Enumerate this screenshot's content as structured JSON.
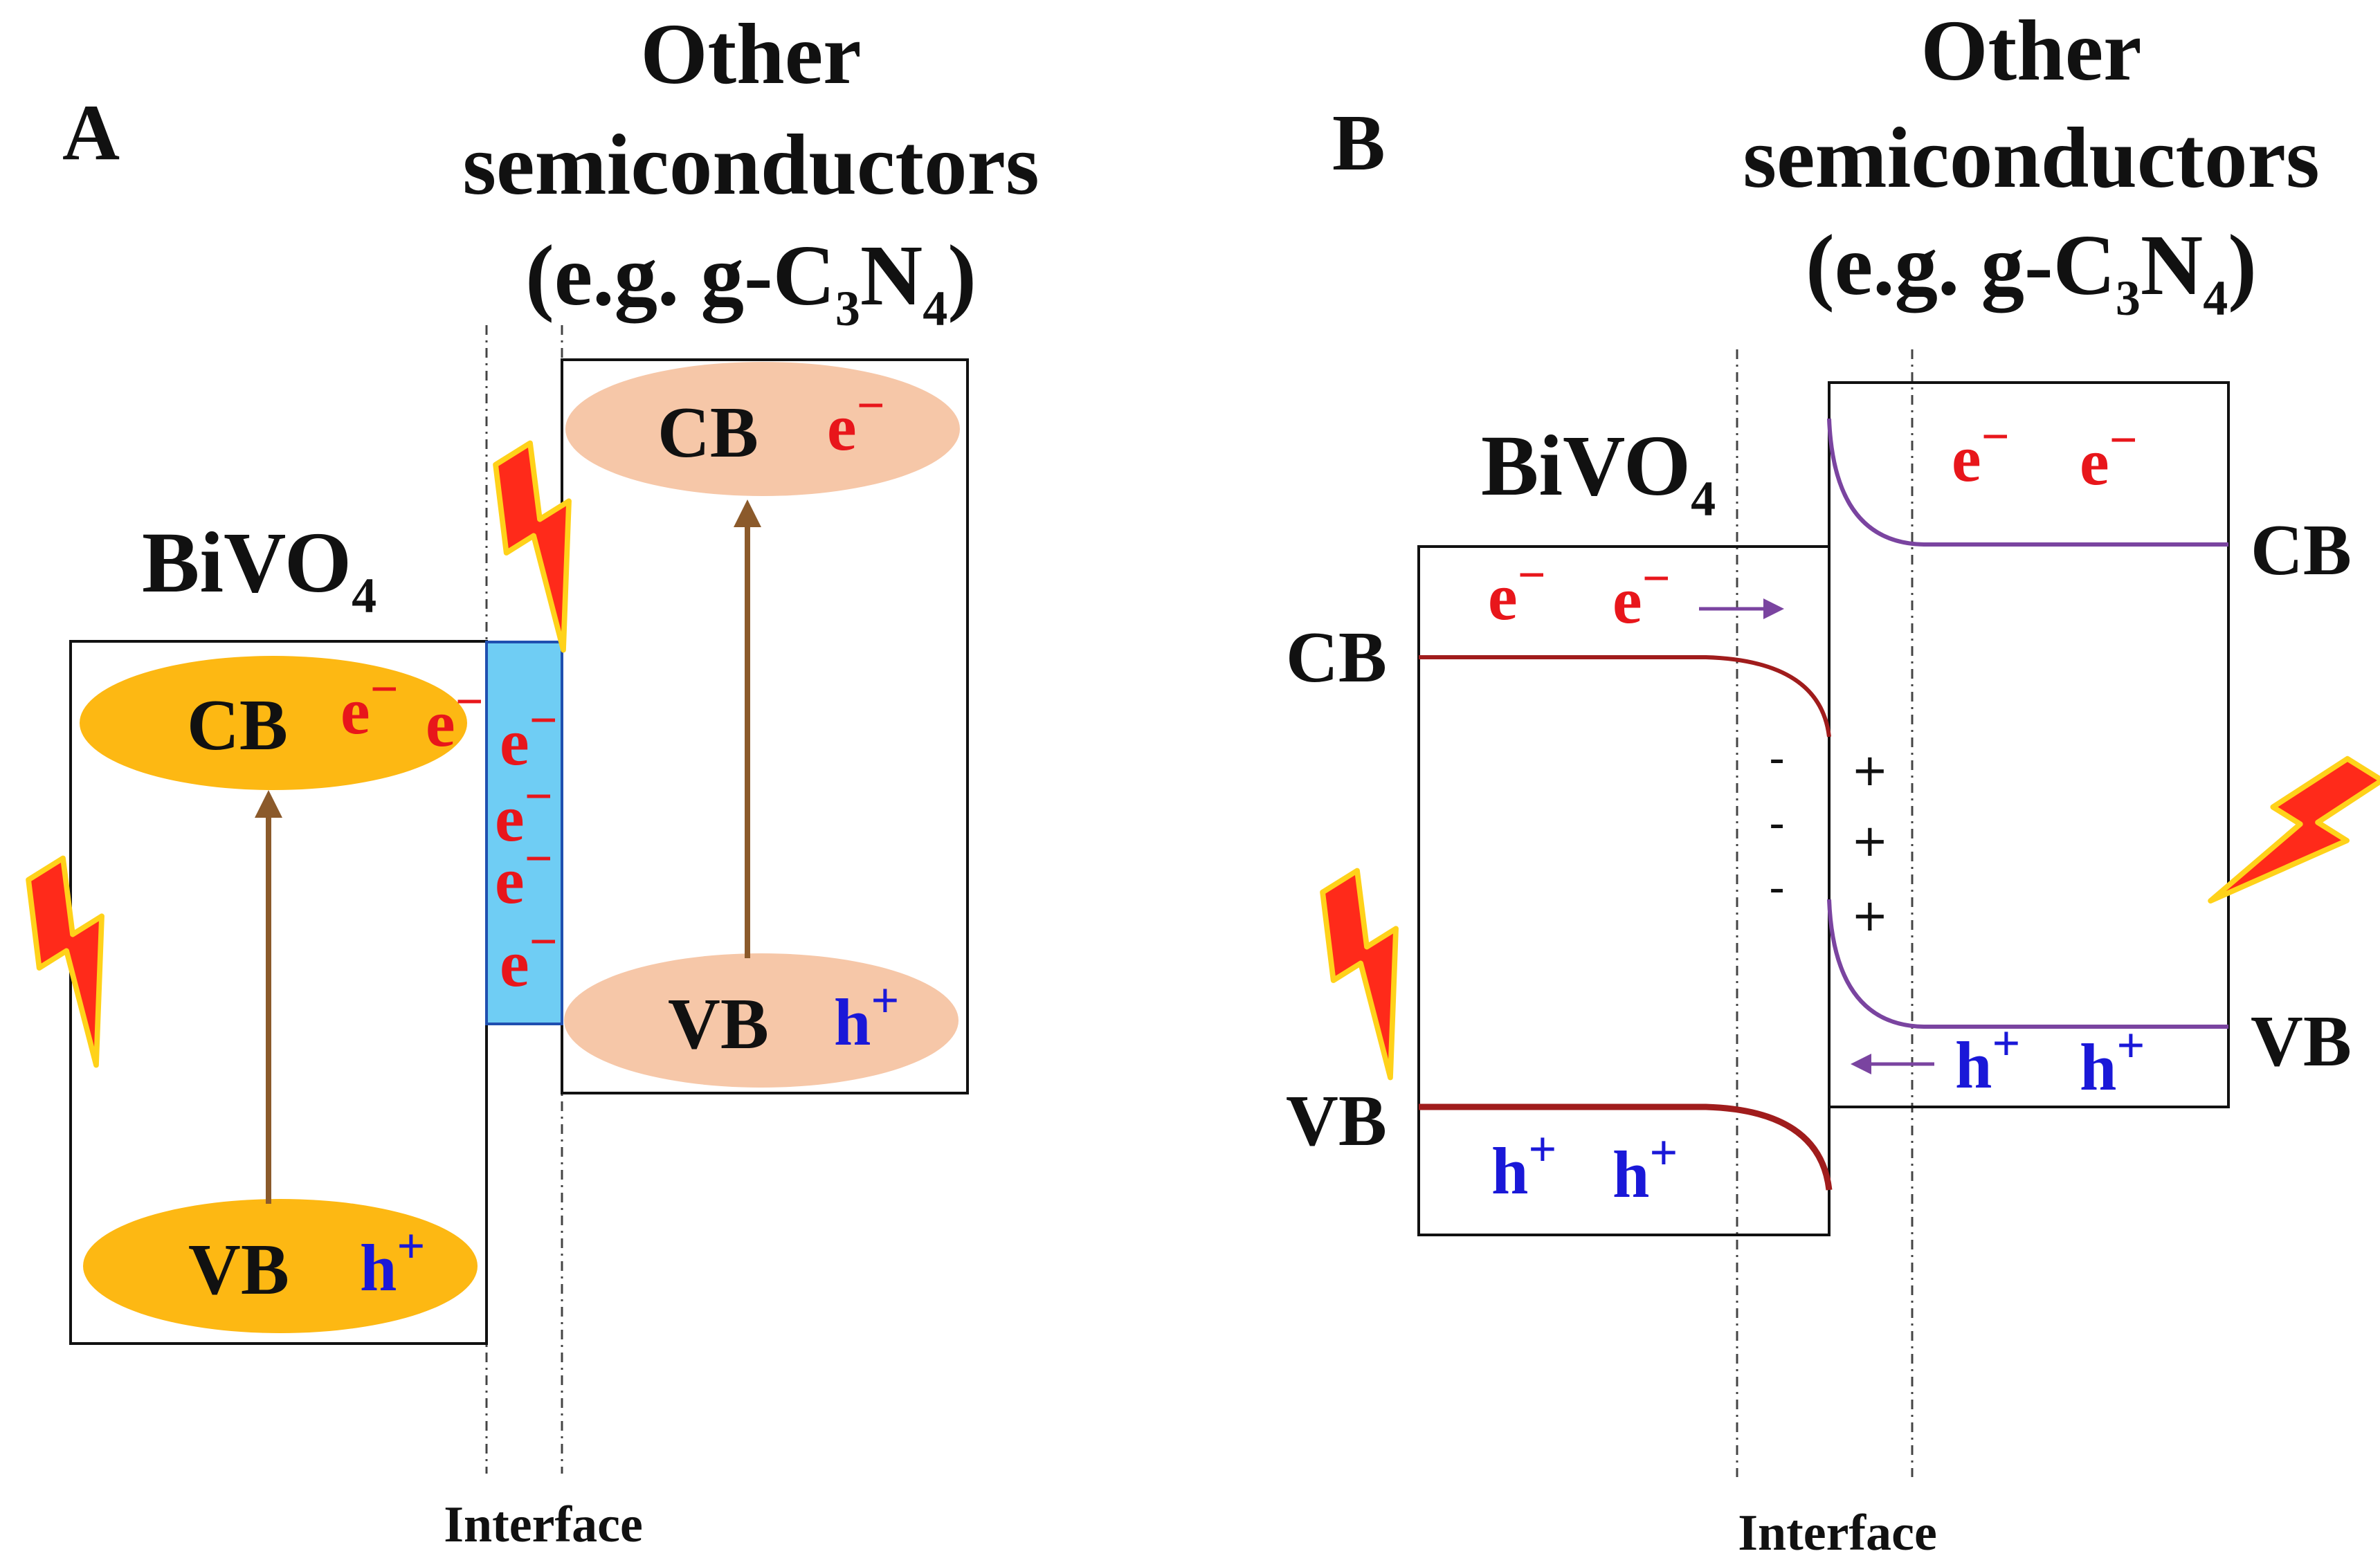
{
  "colors": {
    "electron": "#e8161b",
    "hole": "#1a18d8",
    "bivo4_band": "#fdb813",
    "other_band": "#f6c7a8",
    "interface_layer": "#6fcdf4",
    "transition_arrow": "#8b5a2b",
    "bivo4_bend": "#a01c1c",
    "other_bend": "#7a44a0"
  },
  "icons": [
    "lightning-icon"
  ],
  "panel_a": {
    "letter": "A",
    "bivo4_label": {
      "main": "BiVO",
      "sub": "4"
    },
    "other_label": {
      "line1": "Other",
      "line2": "semiconductors",
      "line3_pre": "(e.g. g-C",
      "line3_sub1": "3",
      "line3_mid": "N",
      "line3_sub2": "4",
      "line3_post": ")"
    },
    "bivo4_cb": "CB",
    "bivo4_vb": "VB",
    "other_cb": "CB",
    "other_vb": "VB",
    "electron": "e",
    "electron_sup": "−",
    "hole": "h",
    "hole_sup": "+",
    "interface_label": "Interface"
  },
  "panel_b": {
    "letter": "B",
    "bivo4_label": {
      "main": "BiVO",
      "sub": "4"
    },
    "other_label": {
      "line1": "Other",
      "line2": "semiconductors",
      "line3_pre": "(e.g. g-C",
      "line3_sub1": "3",
      "line3_mid": "N",
      "line3_sub2": "4",
      "line3_post": ")"
    },
    "bivo4_cb": "CB",
    "bivo4_vb": "VB",
    "other_cb": "CB",
    "other_vb": "VB",
    "electron": "e",
    "electron_sup": "−",
    "hole": "h",
    "hole_sup": "+",
    "neg_charge": "-",
    "pos_charge": "+",
    "interface_label": "Interface"
  }
}
